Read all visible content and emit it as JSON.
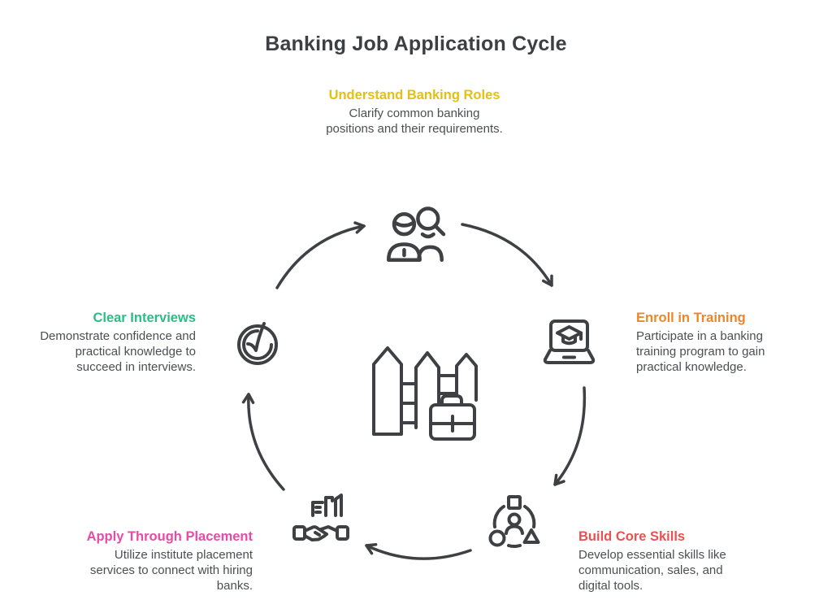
{
  "title": "Banking Job Application Cycle",
  "colors": {
    "yellow": "#e2c113",
    "orange": "#e8872e",
    "red": "#ea5150",
    "pink": "#e74ba5",
    "green": "#2abd85",
    "icon_stroke": "#3e4043",
    "body_text": "#4b4e53",
    "title_text": "#3d4043"
  },
  "center_icon": "bank-buildings-briefcase-icon",
  "stages": [
    {
      "id": "understand-banking-roles",
      "title": "Understand Banking Roles",
      "color": "#e2c113",
      "description": "Clarify common banking positions and their requirements.",
      "icon": "people-search-icon",
      "position": "top"
    },
    {
      "id": "enroll-in-training",
      "title": "Enroll in Training",
      "color": "#e8872e",
      "description": "Participate in a banking training program to gain practical knowledge.",
      "icon": "laptop-graduation-icon",
      "position": "right"
    },
    {
      "id": "build-core-skills",
      "title": "Build Core Skills",
      "color": "#ea5150",
      "description": "Develop essential skills like communication, sales, and digital tools.",
      "icon": "person-skills-icon",
      "position": "bottom-right"
    },
    {
      "id": "apply-through-placement",
      "title": "Apply Through Placement",
      "color": "#e74ba5",
      "description": "Utilize institute placement services to connect with hiring banks.",
      "icon": "building-handshake-icon",
      "position": "bottom-left"
    },
    {
      "id": "clear-interviews",
      "title": "Clear Interviews",
      "color": "#2abd85",
      "description": "Demonstrate confidence and practical knowledge to succeed in interviews.",
      "icon": "check-swirl-icon",
      "position": "left"
    }
  ]
}
